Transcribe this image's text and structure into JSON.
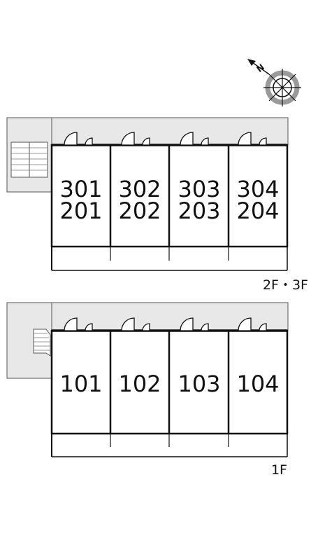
{
  "compass": {
    "north_label": "N",
    "icon": "compass-rose-icon"
  },
  "upper_floors": {
    "floor_label": "2F・3F",
    "units": [
      {
        "top": "301",
        "bottom": "201"
      },
      {
        "top": "302",
        "bottom": "202"
      },
      {
        "top": "303",
        "bottom": "203"
      },
      {
        "top": "304",
        "bottom": "204"
      }
    ]
  },
  "ground_floor": {
    "floor_label": "1F",
    "units": [
      {
        "label": "101"
      },
      {
        "label": "102"
      },
      {
        "label": "103"
      },
      {
        "label": "104"
      }
    ]
  },
  "colors": {
    "corridor": "#e8e8e8",
    "wall": "#111111",
    "compass_ring": "#9a9a9a"
  }
}
